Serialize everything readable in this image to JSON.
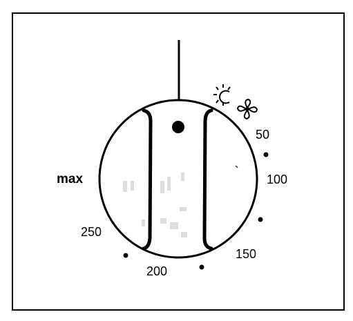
{
  "dial": {
    "labels": {
      "max": "max",
      "t50": "50",
      "t100": "100",
      "t150": "150",
      "t200": "200",
      "t250": "250"
    },
    "icons": [
      "light-icon",
      "fan-icon"
    ]
  }
}
